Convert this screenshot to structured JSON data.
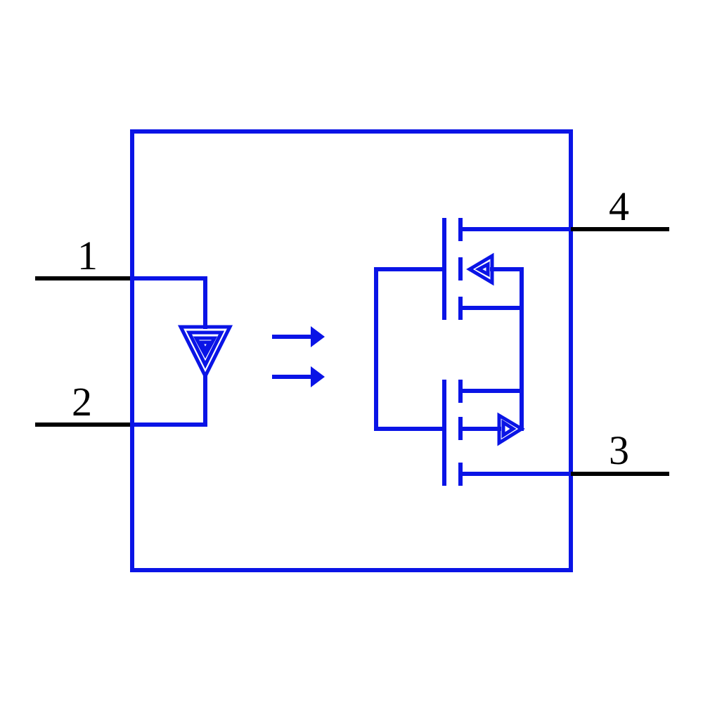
{
  "colors": {
    "component": "#0a14e6",
    "pin": "#000000",
    "background": "#ffffff"
  },
  "pins": [
    {
      "number": "1"
    },
    {
      "number": "2"
    },
    {
      "number": "3"
    },
    {
      "number": "4"
    }
  ],
  "symbols": {
    "input_led": "led-icon",
    "optical_coupling": "light-arrows-icon",
    "output_switch": "dual-mosfet-icon"
  }
}
